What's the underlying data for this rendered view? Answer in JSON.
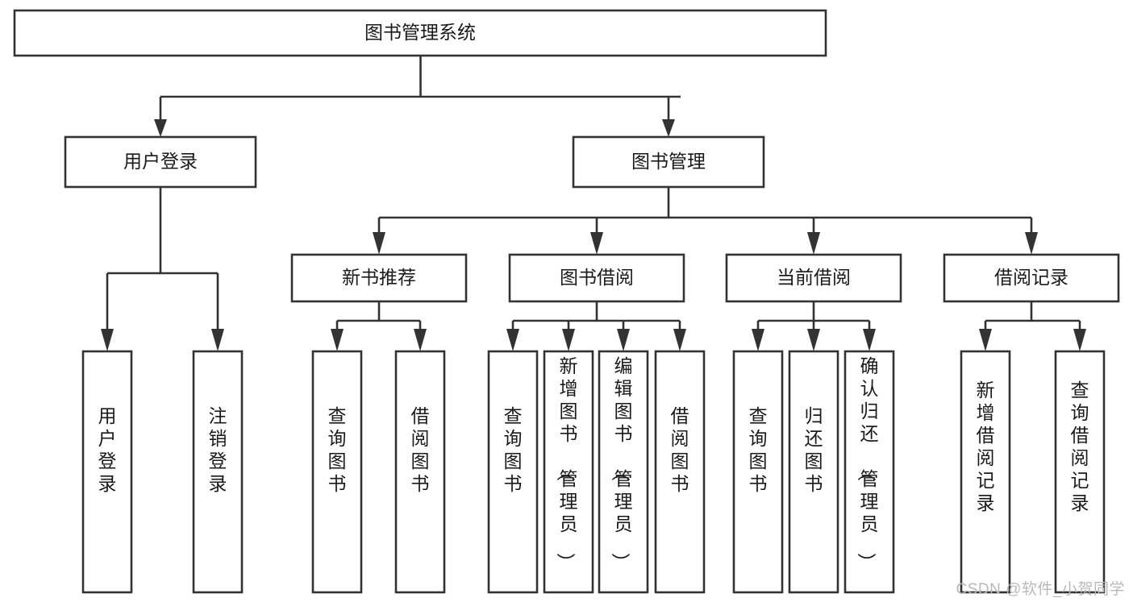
{
  "diagram": {
    "title": "图书管理系统",
    "type": "tree-hierarchy-diagram",
    "colors": {
      "box_fill": "#ffffff",
      "box_stroke": "#333333",
      "text": "#1a1a1a",
      "background": "#ffffff",
      "watermark": "#b9b9b9"
    },
    "root": {
      "id": "root",
      "label": "图书管理系统"
    },
    "level2": [
      {
        "id": "user-login",
        "label": "用户登录"
      },
      {
        "id": "book-management",
        "label": "图书管理"
      }
    ],
    "level3": [
      {
        "id": "new-book-recommend",
        "label": "新书推荐",
        "parent": "book-management"
      },
      {
        "id": "book-borrow",
        "label": "图书借阅",
        "parent": "book-management"
      },
      {
        "id": "current-borrow",
        "label": "当前借阅",
        "parent": "book-management"
      },
      {
        "id": "borrow-records",
        "label": "借阅记录",
        "parent": "book-management"
      }
    ],
    "leaves": {
      "user-login": [
        {
          "id": "leaf-user-login",
          "label": "用户登录"
        },
        {
          "id": "leaf-user-logout",
          "label": "注销登录"
        }
      ],
      "new-book-recommend": [
        {
          "id": "leaf-query-book-1",
          "label": "查询图书"
        },
        {
          "id": "leaf-borrow-book-1",
          "label": "借阅图书"
        }
      ],
      "book-borrow": [
        {
          "id": "leaf-query-book-2",
          "label": "查询图书"
        },
        {
          "id": "leaf-add-book",
          "label": "新增图书（管理员）"
        },
        {
          "id": "leaf-edit-book",
          "label": "编辑图书（管理员）"
        },
        {
          "id": "leaf-borrow-book-2",
          "label": "借阅图书"
        }
      ],
      "current-borrow": [
        {
          "id": "leaf-query-book-3",
          "label": "查询图书"
        },
        {
          "id": "leaf-return-book",
          "label": "归还图书"
        },
        {
          "id": "leaf-confirm-return",
          "label": "确认归还（管理员）"
        }
      ],
      "borrow-records": [
        {
          "id": "leaf-add-record",
          "label": "新增借阅记录"
        },
        {
          "id": "leaf-query-record",
          "label": "查询借阅记录"
        }
      ]
    }
  },
  "watermark": {
    "text": "CSDN @软件_小贺同学"
  }
}
